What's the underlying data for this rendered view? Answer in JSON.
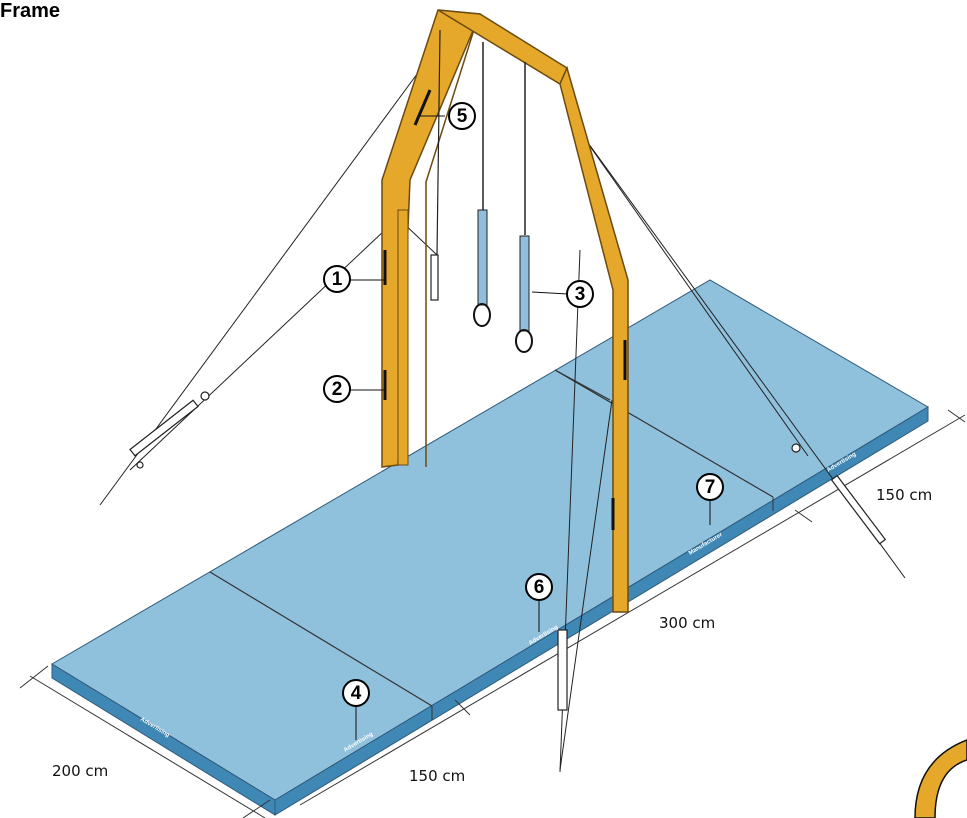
{
  "title": "Frame",
  "dimensions": {
    "length_front_a": "150 cm",
    "length_front_b": "300 cm",
    "length_back": "150 cm",
    "width": "200 cm"
  },
  "callouts": [
    "1",
    "2",
    "3",
    "4",
    "5",
    "6",
    "7"
  ],
  "mat_labels": {
    "advertising": "Advertising",
    "manufacturer": "Manufacturer"
  },
  "colors": {
    "frame": "#e6a82a",
    "frame_outline": "#6b4a10",
    "mat_top": "#8fc0dc",
    "mat_side": "#3f88b5",
    "rings_handle": "#8fbfdd"
  }
}
